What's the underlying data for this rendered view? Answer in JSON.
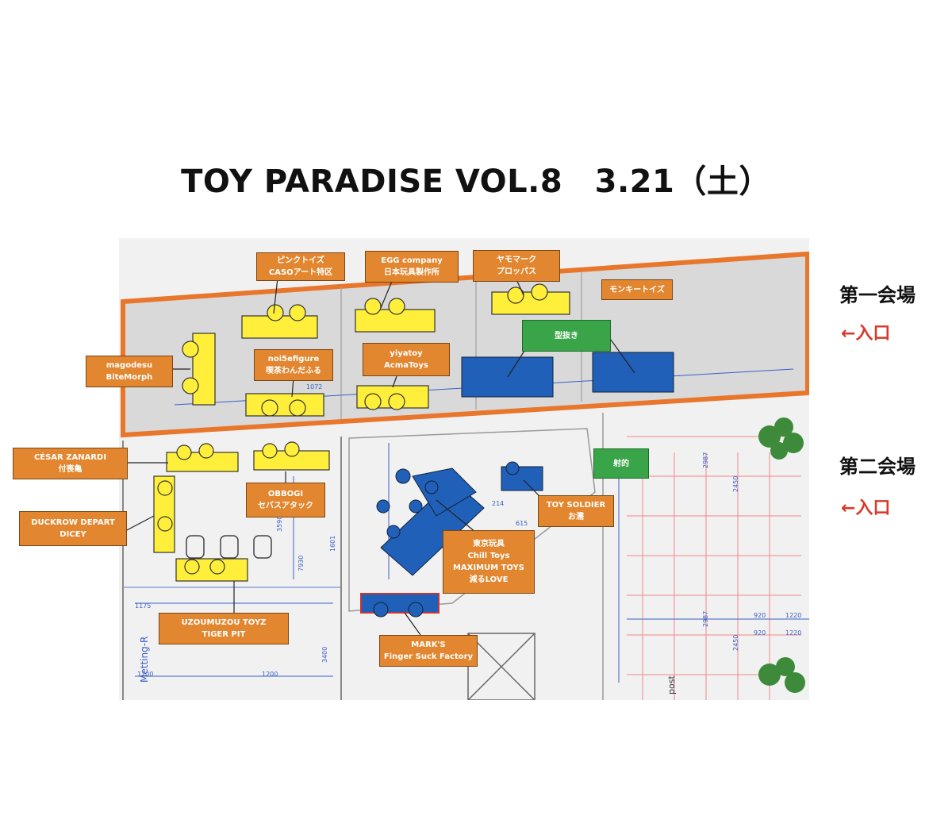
{
  "title": "TOY PARADISE VOL.8　3.21（土）",
  "venues": [
    {
      "name": "第一会場",
      "entrance": "←入口"
    },
    {
      "name": "第二会場",
      "entrance": "←入口"
    }
  ],
  "booths": [
    {
      "lines": [
        "ピンクトイズ",
        "CASOアート特区"
      ]
    },
    {
      "lines": [
        "EGG company",
        "日本玩具製作所"
      ]
    },
    {
      "lines": [
        "ヤモマーク",
        "プロッパス"
      ]
    },
    {
      "lines": [
        "モンキートイズ"
      ]
    },
    {
      "lines": [
        "型抜き"
      ]
    },
    {
      "lines": [
        "magodesu",
        "BiteMorph"
      ]
    },
    {
      "lines": [
        "noi5efigure",
        "喫茶わんだふる"
      ]
    },
    {
      "lines": [
        "yiyatoy",
        "AcmaToys"
      ]
    },
    {
      "lines": [
        "CÉSAR ZANARDI",
        "付喪亀"
      ]
    },
    {
      "lines": [
        "OBBOGI",
        "セバスアタック"
      ]
    },
    {
      "lines": [
        "DUCKROW DEPART",
        "DICEY"
      ]
    },
    {
      "lines": [
        "射的"
      ]
    },
    {
      "lines": [
        "TOY SOLDIER",
        "お濡"
      ]
    },
    {
      "lines": [
        "東京玩具",
        "Chill Toys",
        "MAXIMUM TOYS",
        "減るLOVE"
      ]
    },
    {
      "lines": [
        "UZOUMUZOU TOYZ",
        "TIGER PIT"
      ]
    },
    {
      "lines": [
        "MARK'S",
        "Finger Suck Factory"
      ]
    }
  ],
  "plan_text": {
    "meeting_room": "Metting-R",
    "post": "post",
    "dims": [
      "1072",
      "3590",
      "1601",
      "7930",
      "1200",
      "1200",
      "2987",
      "2450",
      "2987",
      "2450",
      "1175",
      "3400",
      "920",
      "920",
      "1220",
      "1220",
      "214",
      "615"
    ]
  },
  "colors": {
    "booth_orange": "#e2862f",
    "booth_green": "#3aa548",
    "venue1_border": "#e8762b",
    "table_yellow": "#ffef3a",
    "table_blue": "#2060b8",
    "entrance_red": "#d8392b"
  }
}
